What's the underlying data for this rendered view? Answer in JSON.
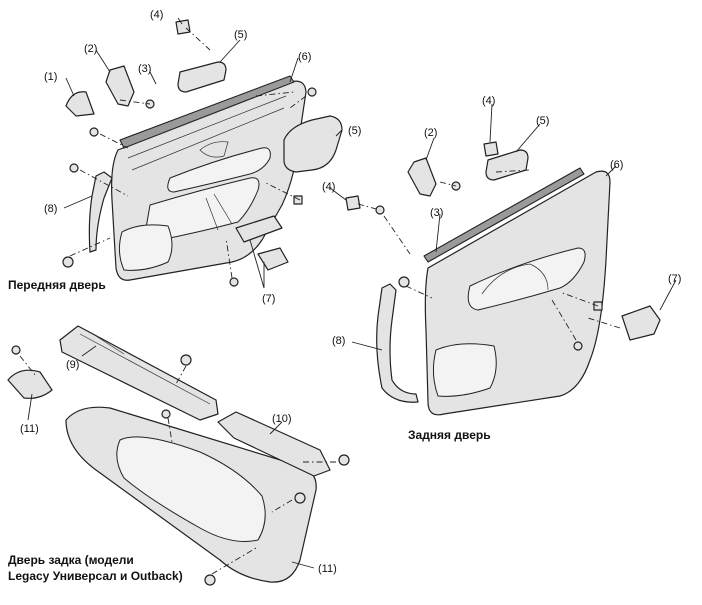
{
  "captions": {
    "front_door": "Передняя дверь",
    "rear_door": "Задняя дверь",
    "tailgate_line1": "Дверь задка (модели",
    "tailgate_line2": "Legacy Универсал и Outback)"
  },
  "callouts": {
    "front": [
      "(1)",
      "(2)",
      "(3)",
      "(4)",
      "(5)",
      "(5)",
      "(6)",
      "(7)",
      "(8)"
    ],
    "rear": [
      "(2)",
      "(3)",
      "(4)",
      "(4)",
      "(5)",
      "(6)",
      "(7)",
      "(8)"
    ],
    "tailgate": [
      "(9)",
      "(10)",
      "(11)",
      "(11)"
    ]
  }
}
